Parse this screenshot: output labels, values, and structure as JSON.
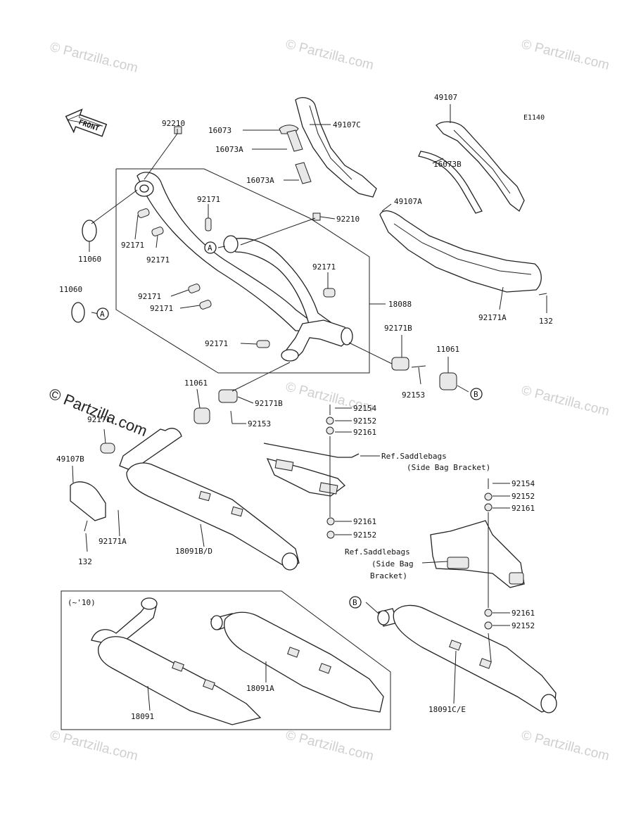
{
  "diagram_code": "E1140",
  "front_label": "FRONT",
  "note_range": "(~'10)",
  "ref_references": {
    "ref1_line1": "Ref.Saddlebags",
    "ref1_line2": "(Side Bag Bracket)",
    "ref2_line1": "Ref.Saddlebags",
    "ref2_line2": "(Side Bag",
    "ref2_line3": "Bracket)"
  },
  "circle_refs": {
    "a": "A",
    "b": "B"
  },
  "watermark": {
    "text": "© Partzilla.com",
    "overlay_text": "© Partzilla.com"
  },
  "parts": {
    "p92210_top": "92210",
    "p16073": "16073",
    "p16073a_1": "16073A",
    "p16073a_2": "16073A",
    "p49107c": "49107C",
    "p49107": "49107",
    "p16073b": "16073B",
    "p49107a": "49107A",
    "p92171_top": "92171",
    "p92210_mid": "92210",
    "p92171_l1": "92171",
    "p92171_l2": "92171",
    "p11060_a": "11060",
    "p11060_b": "11060",
    "p92171_m1": "92171",
    "p92171_m2": "92171",
    "p92171_m3": "92171",
    "p92171_m4": "92171",
    "p18088": "18088",
    "p92171a_r": "92171A",
    "p132_r": "132",
    "p92171b_r": "92171B",
    "p11061_r": "11061",
    "p92153_r": "92153",
    "p11061_l": "11061",
    "p92171b_l": "92171B",
    "p92153_l": "92153",
    "p92171_low": "92171",
    "p49107b": "49107B",
    "p92154_1": "92154",
    "p92152_1": "92152",
    "p92161_1": "92161",
    "p92161_2": "92161",
    "p92152_2": "92152",
    "p92154_2": "92154",
    "p92152_3": "92152",
    "p92161_3": "92161",
    "p92171a_l": "92171A",
    "p132_l": "132",
    "p18091bd": "18091B/D",
    "p92161_4": "92161",
    "p92152_4": "92152",
    "p18091": "18091",
    "p18091a": "18091A",
    "p18091ce": "18091C/E"
  }
}
